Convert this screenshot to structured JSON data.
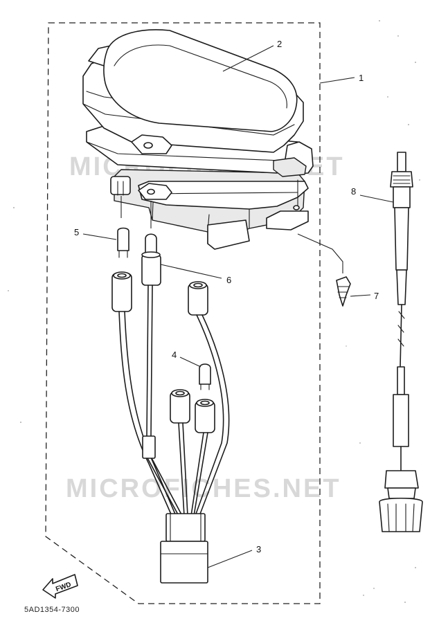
{
  "callouts": [
    {
      "id": "1",
      "label": "1"
    },
    {
      "id": "2",
      "label": "2"
    },
    {
      "id": "3",
      "label": "3"
    },
    {
      "id": "4",
      "label": "4"
    },
    {
      "id": "5",
      "label": "5"
    },
    {
      "id": "6",
      "label": "6"
    },
    {
      "id": "7",
      "label": "7"
    },
    {
      "id": "8",
      "label": "8"
    }
  ],
  "watermark": "MICROFICHES.NET",
  "fwd_label": "FWD",
  "diagram_code": "5AD1354-7300"
}
